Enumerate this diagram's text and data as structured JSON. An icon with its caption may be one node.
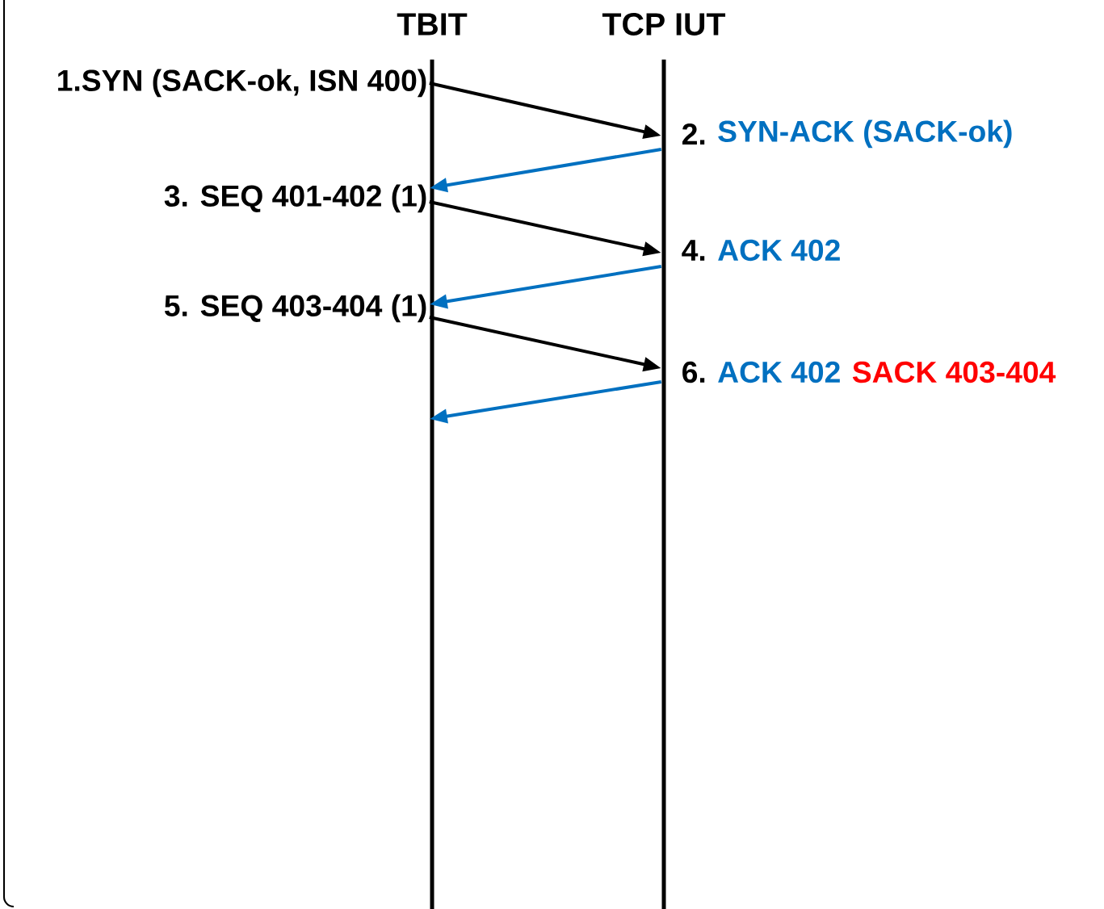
{
  "diagram": {
    "nodes": [
      {
        "text": [
          "TBIT"
        ]
      },
      {
        "text": [
          "TCP IUT"
        ]
      }
    ],
    "edges": [
      {
        "from": 0,
        "to": 1,
        "arrow": "to",
        "label": "1.SYN (SACK-ok, ISN 400)"
      },
      {
        "from": 1,
        "to": 0,
        "arrow": "to",
        "label": "2.",
        "color": "#0070c0"
      },
      {
        "from": 0,
        "to": 1,
        "arrow": "to",
        "label": "3. SEQ 401-402 (1)"
      },
      {
        "from": 1,
        "to": 0,
        "arrow": "to",
        "label": "4.",
        "color": "#0070c0"
      },
      {
        "from": 0,
        "to": 1,
        "arrow": "to",
        "label": "5. SEQ 403-404 (1)"
      },
      {
        "from": 1,
        "to": 0,
        "arrow": "to",
        "label": "6.",
        "color": "#0070c0"
      }
    ],
    "labels": [
      "SYN-ACK (SACK-ok)",
      "ACK 402",
      "ACK 402",
      "SACK 403-404"
    ]
  }
}
